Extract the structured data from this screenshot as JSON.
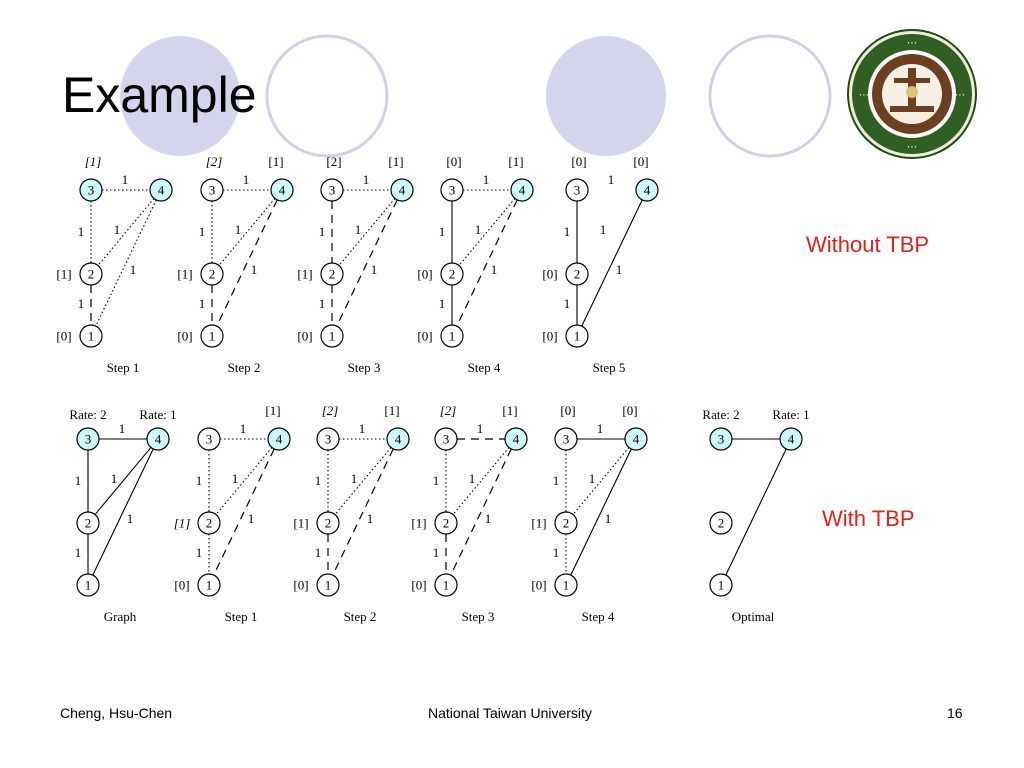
{
  "slide": {
    "title": "Example",
    "notes": {
      "without_tbp": "Without TBP",
      "with_tbp": "With TBP",
      "accent_color": "#e32119"
    },
    "footer": {
      "author": "Cheng, Hsu-Chen",
      "institution": "National Taiwan University",
      "page": "16"
    },
    "colors": {
      "deco_fill": "#d4d4ec",
      "deco_stroke": "#d0d0e8",
      "node_fill_highlight": "#ccfaff"
    },
    "logo": {
      "icon": "university-seal-icon"
    }
  },
  "diagrams": {
    "row1": [
      {
        "caption": "Step 1",
        "nodes": {
          "3": "cyan",
          "4": "cyan",
          "2": "white",
          "1": "white"
        },
        "edges": {
          "34": "dotted",
          "32": "dotted",
          "21": "dashed",
          "42": "dotted",
          "41": "dotted"
        },
        "weights": {
          "34": "1",
          "32": "1",
          "21": "1",
          "42": "1",
          "41": "1"
        },
        "labels": {
          "3": "[1]",
          "4": "",
          "2": "[1]",
          "1": "[0]"
        },
        "italic": [
          "3"
        ]
      },
      {
        "caption": "Step 2",
        "nodes": {
          "3": "white",
          "4": "cyan",
          "2": "white",
          "1": "white"
        },
        "edges": {
          "34": "dotted",
          "32": "dotted",
          "21": "dashed",
          "42": "dotted",
          "41": "dashed"
        },
        "weights": {
          "34": "1",
          "32": "1",
          "21": "1",
          "42": "1",
          "41": "1"
        },
        "labels": {
          "3": "[2]",
          "4": "[1]",
          "2": "[1]",
          "1": "[0]"
        },
        "italic": [
          "3"
        ]
      },
      {
        "caption": "Step 3",
        "nodes": {
          "3": "white",
          "4": "cyan",
          "2": "white",
          "1": "white"
        },
        "edges": {
          "34": "dotted",
          "32": "dashed",
          "21": "dashed",
          "42": "dotted",
          "41": "dashed"
        },
        "weights": {
          "34": "1",
          "32": "1",
          "21": "1",
          "42": "1",
          "41": "1"
        },
        "labels": {
          "3": "[2]",
          "4": "[1]",
          "2": "[1]",
          "1": "[0]"
        },
        "italic": []
      },
      {
        "caption": "Step 4",
        "nodes": {
          "3": "white",
          "4": "cyan",
          "2": "white",
          "1": "white"
        },
        "edges": {
          "34": "dotted",
          "32": "solid",
          "21": "solid",
          "42": "dotted",
          "41": "dashed"
        },
        "weights": {
          "34": "1",
          "32": "1",
          "21": "1",
          "42": "1",
          "41": "1"
        },
        "labels": {
          "3": "[0]",
          "4": "[1]",
          "2": "[0]",
          "1": "[0]"
        },
        "italic": []
      },
      {
        "caption": "Step 5",
        "nodes": {
          "3": "white",
          "4": "cyan",
          "2": "white",
          "1": "white"
        },
        "edges": {
          "34": "none",
          "32": "solid",
          "21": "solid",
          "42": "none",
          "41": "solid"
        },
        "weights": {
          "34": "1",
          "32": "1",
          "21": "1",
          "42": "1",
          "41": "1"
        },
        "labels": {
          "3": "[0]",
          "4": "[0]",
          "2": "[0]",
          "1": "[0]"
        },
        "italic": []
      }
    ],
    "row2": [
      {
        "caption": "Graph",
        "nodes": {
          "3": "cyan",
          "4": "cyan",
          "2": "white",
          "1": "white"
        },
        "edges": {
          "34": "solid",
          "32": "solid",
          "21": "solid",
          "42": "solid",
          "41": "solid"
        },
        "weights": {
          "34": "1",
          "32": "1",
          "21": "1",
          "42": "1",
          "41": "1"
        },
        "labels": {
          "3": "Rate: 2",
          "4": "Rate: 1",
          "2": "",
          "1": ""
        },
        "italic": []
      },
      {
        "caption": "Step 1",
        "nodes": {
          "3": "white",
          "4": "cyan",
          "2": "white",
          "1": "white"
        },
        "edges": {
          "34": "dotted",
          "32": "dotted",
          "21": "dotted",
          "42": "dotted",
          "41": "dashed"
        },
        "weights": {
          "34": "1",
          "32": "1",
          "21": "1",
          "42": "1",
          "41": "1"
        },
        "labels": {
          "3": "",
          "4": "[1]",
          "2": "[1]",
          "1": "[0]"
        },
        "italic": [
          "2"
        ]
      },
      {
        "caption": "Step 2",
        "nodes": {
          "3": "white",
          "4": "cyan",
          "2": "white",
          "1": "white"
        },
        "edges": {
          "34": "dotted",
          "32": "dotted",
          "21": "dashed",
          "42": "dotted",
          "41": "dashed"
        },
        "weights": {
          "34": "1",
          "32": "1",
          "21": "1",
          "42": "1",
          "41": "1"
        },
        "labels": {
          "3": "[2]",
          "4": "[1]",
          "2": "[1]",
          "1": "[0]"
        },
        "italic": [
          "3"
        ]
      },
      {
        "caption": "Step 3",
        "nodes": {
          "3": "white",
          "4": "cyan",
          "2": "white",
          "1": "white"
        },
        "edges": {
          "34": "dashed",
          "32": "dotted",
          "21": "dashed",
          "42": "dotted",
          "41": "dashed"
        },
        "weights": {
          "34": "1",
          "32": "1",
          "21": "1",
          "42": "1",
          "41": "1"
        },
        "labels": {
          "3": "[2]",
          "4": "[1]",
          "2": "[1]",
          "1": "[0]"
        },
        "italic": [
          "3"
        ]
      },
      {
        "caption": "Step 4",
        "nodes": {
          "3": "white",
          "4": "cyan",
          "2": "white",
          "1": "white"
        },
        "edges": {
          "34": "solid",
          "32": "dotted",
          "21": "dotted",
          "42": "dotted",
          "41": "solid"
        },
        "weights": {
          "34": "1",
          "32": "1",
          "21": "1",
          "42": "1",
          "41": "1"
        },
        "labels": {
          "3": "[0]",
          "4": "[0]",
          "2": "[1]",
          "1": "[0]"
        },
        "italic": []
      },
      {
        "caption": "Optimal",
        "nodes": {
          "3": "cyan",
          "4": "cyan",
          "2": "white",
          "1": "white"
        },
        "edges": {
          "34": "solid",
          "32": "none",
          "21": "none",
          "42": "none",
          "41": "solid"
        },
        "weights": {
          "34": "",
          "32": "",
          "21": "",
          "42": "",
          "41": ""
        },
        "labels": {
          "3": "Rate: 2",
          "4": "Rate: 1",
          "2": "",
          "1": ""
        },
        "italic": []
      }
    ]
  }
}
